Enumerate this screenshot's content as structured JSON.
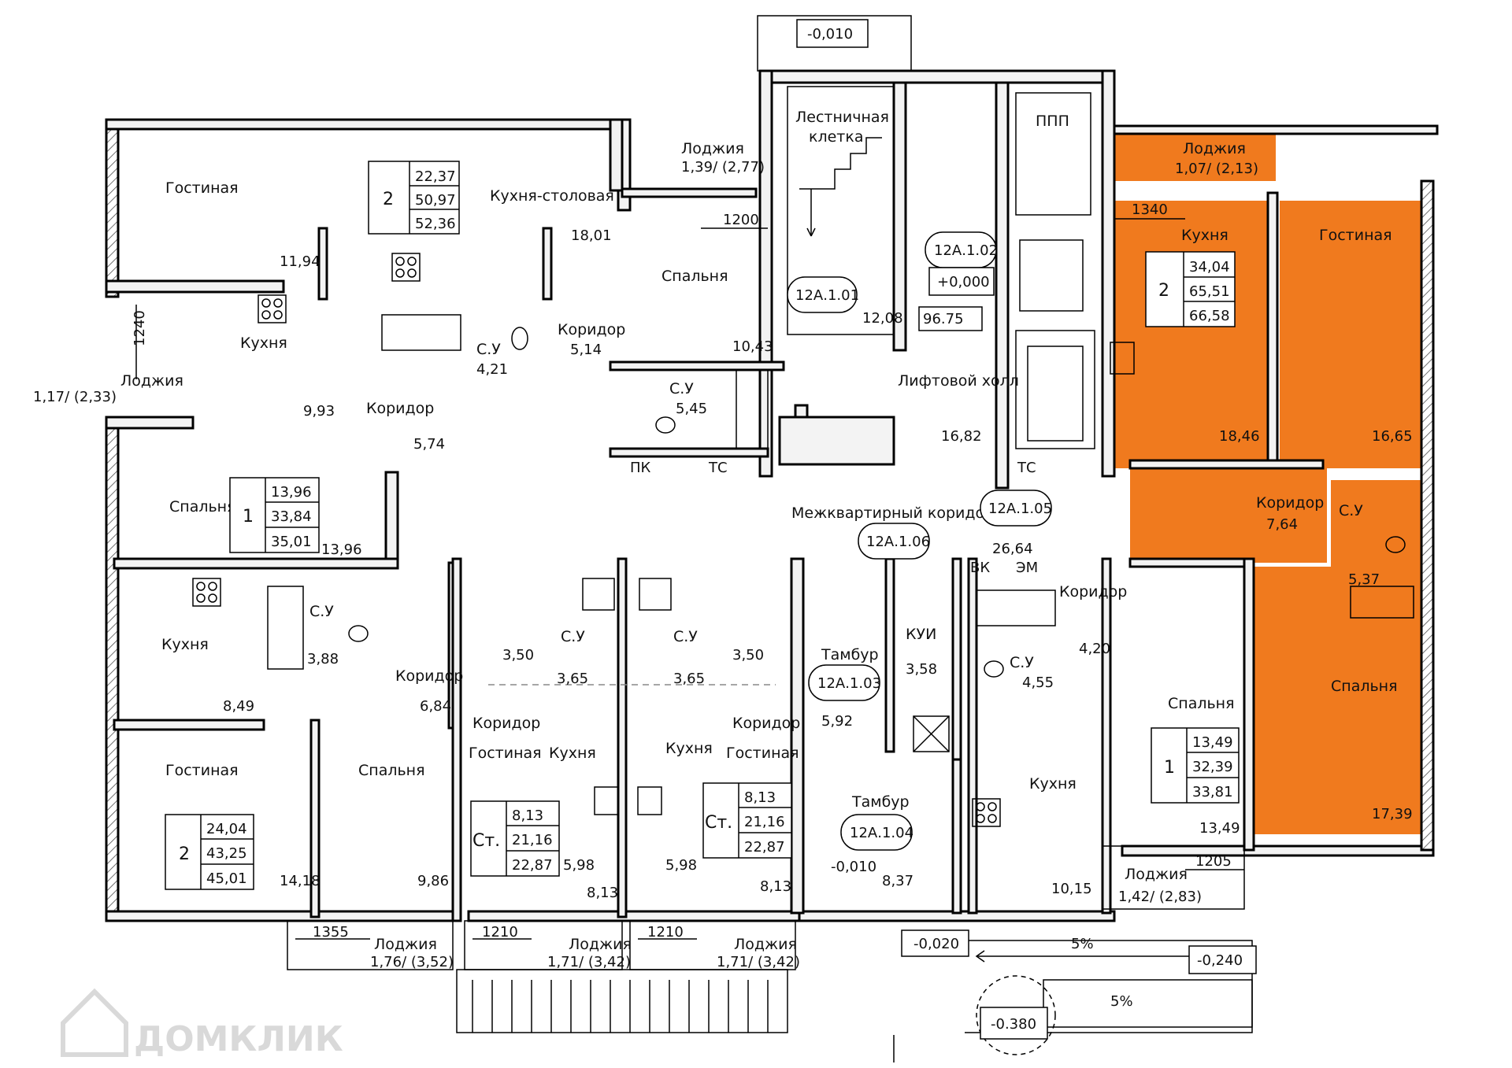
{
  "colors": {
    "highlight": "#f07a1e",
    "wall": "#000000",
    "watermark": "#d9d9d9"
  },
  "watermark": "ДОМКЛИК",
  "watermark_icon": "house-icon",
  "rooms": {
    "gostinaya_a": "Гостиная",
    "kukhnya_stolovaya": "Кухня-столовая",
    "loggia_top": "Лоджия",
    "kukhnya_b": "Кухня",
    "loggia_left": "Лоджия",
    "koridor_b": "Коридор",
    "su_b": "С.У",
    "spalnya_top": "Спальня",
    "koridor_top": "Коридор",
    "su_top": "С.У",
    "lestnichnaya": "Лестничная",
    "kletka": "клетка",
    "liftovoy_holl": "Лифтовой холл",
    "ppp": "ППП",
    "loggia_orange": "Лоджия",
    "kukhnya_orange": "Кухня",
    "gostinaya_orange": "Гостиная",
    "koridor_orange": "Коридор",
    "su_orange": "С.У",
    "spalnya_orange": "Спальня",
    "spalnya_c": "Спальня",
    "mezhkvartirny": "Межквартирный коридор",
    "kukhnya_d": "Кухня",
    "su_d": "С.У",
    "koridor_d": "Коридор",
    "gostinaya_e": "Гостиная",
    "spalnya_e": "Спальня",
    "su_f1": "С.У",
    "su_f2": "С.У",
    "koridor_f1": "Коридор",
    "koridor_f2": "Коридор",
    "gostinaya_f1": "Гостиная",
    "kukhnya_f1": "Кухня",
    "kukhnya_f2": "Кухня",
    "gostinaya_f2": "Гостиная",
    "tambur_1": "Тамбур",
    "tambur_2": "Тамбур",
    "kui": "КУИ",
    "su_g": "С.У",
    "koridor_g": "Коридор",
    "kukhnya_g": "Кухня",
    "spalnya_g": "Спальня",
    "loggia_br": "Лоджия",
    "loggia_b1": "Лоджия",
    "loggia_b2": "Лоджия",
    "loggia_b3": "Лоджия"
  },
  "areas": {
    "gostinaya_a": "11,94",
    "kukhnya_stolovaya": "18,01",
    "loggia_top": "1,39/ (2,77)",
    "kukhnya_b": "9,93",
    "loggia_left": "1,17/ (2,33)",
    "koridor_b": "5,74",
    "su_b": "4,21",
    "spalnya_top": "10,43",
    "koridor_top": "5,14",
    "su_top": "5,45",
    "lestnichnaya": "12,08",
    "liftovoy_holl": "16,82",
    "loggia_orange": "1,07/ (2,13)",
    "kukhnya_orange": "18,46",
    "gostinaya_orange": "16,65",
    "koridor_orange": "7,64",
    "su_orange": "5,37",
    "spalnya_orange": "17,39",
    "spalnya_c": "13,96",
    "mezhkvartirny": "26,64",
    "kukhnya_d": "8,49",
    "su_d": "3,88",
    "koridor_d": "6,84",
    "gostinaya_e": "14,18",
    "spalnya_e": "9,86",
    "su_f1": "3,65",
    "su_f2": "3,65",
    "koridor_f1": "3,50",
    "koridor_f2": "3,50",
    "gostinaya_f1": "5,98",
    "gostinaya_f2": "5,98",
    "kukhnya_f1": "8,13",
    "kukhnya_f2": "8,13",
    "tambur_1": "5,92",
    "tambur_2": "8,37",
    "kui": "3,58",
    "su_g": "4,55",
    "koridor_g": "4,20",
    "kukhnya_g": "10,15",
    "spalnya_g": "13,49",
    "loggia_br": "1,42/ (2,83)",
    "loggia_b1": "1,76/ (3,52)",
    "loggia_b2": "1,71/ (3,42)",
    "loggia_b3": "1,71/ (3,42)"
  },
  "apartments": {
    "a": {
      "rooms": "2",
      "living": "22,37",
      "total": "50,97",
      "total_loggia": "52,36"
    },
    "orange": {
      "rooms": "2",
      "living": "34,04",
      "total": "65,51",
      "total_loggia": "66,58"
    },
    "c": {
      "rooms": "1",
      "living": "13,96",
      "total": "33,84",
      "total_loggia": "35,01"
    },
    "e": {
      "rooms": "2",
      "living": "24,04",
      "total": "43,25",
      "total_loggia": "45,01"
    },
    "f1": {
      "rooms": "Ст.",
      "living": "8,13",
      "total": "21,16",
      "total_loggia": "22,87"
    },
    "f2": {
      "rooms": "Ст.",
      "living": "8,13",
      "total": "21,16",
      "total_loggia": "22,87"
    },
    "g": {
      "rooms": "1",
      "living": "13,49",
      "total": "32,39",
      "total_loggia": "33,81"
    }
  },
  "codes": {
    "c101": "12А.1.01",
    "c102": "12А.1.02",
    "c103": "12А.1.03",
    "c104": "12А.1.04",
    "c105": "12А.1.05",
    "c106": "12А.1.06"
  },
  "levels": {
    "top": "-0,010",
    "hall": "+0,000",
    "hall_area": "96.75",
    "tambur": "-0,010",
    "entry": "-0,020",
    "ramp": "-0,240",
    "ground": "-0.380"
  },
  "slopes": {
    "s1": "5%",
    "s2": "5%"
  },
  "dims": {
    "d1200": "1200",
    "d1340": "1340",
    "d1240": "1240",
    "d1355": "1355",
    "d1210a": "1210",
    "d1210b": "1210",
    "d1205": "1205"
  },
  "marks": {
    "pk": "ПК",
    "tc1": "ТС",
    "tc2": "ТС",
    "vk": "ВК",
    "em": "ЭМ"
  }
}
